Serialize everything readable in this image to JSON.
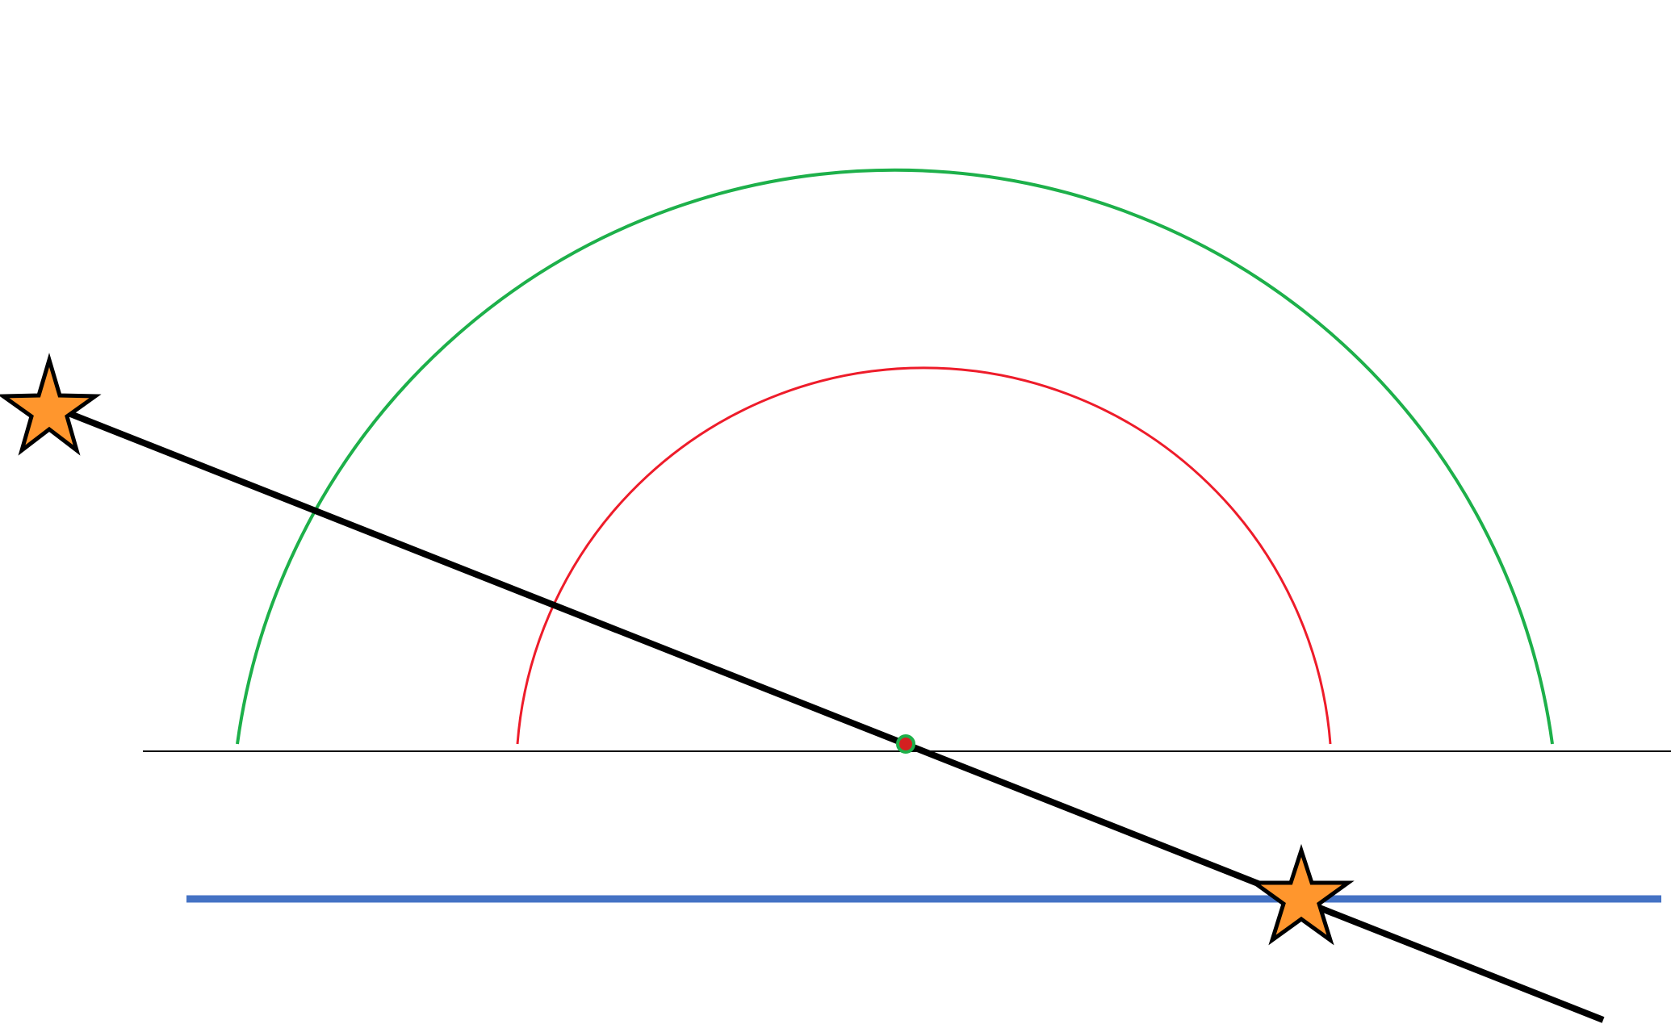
{
  "diagram": {
    "colors": {
      "background": "#ffffff",
      "outer_arc": "#1db04a",
      "inner_arc": "#ee1c2a",
      "baseline": "#000000",
      "blue_line": "#4472c4",
      "slanted_line": "#000000",
      "star_fill": "#ff962d",
      "star_stroke": "#000000",
      "center_fill": "#d42020",
      "center_ring": "#1db04a"
    },
    "elements": [
      "outer-arc",
      "inner-arc",
      "horizontal-baseline",
      "blue-horizontal-line",
      "slanted-line",
      "star-upper-left",
      "star-lower-right",
      "center-point"
    ]
  }
}
